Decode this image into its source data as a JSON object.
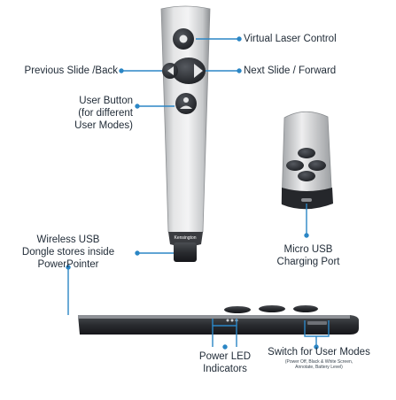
{
  "labels": {
    "virtual_laser": "Virtual Laser Control",
    "previous_slide": "Previous Slide /Back",
    "next_slide": "Next Slide / Forward",
    "user_button_l1": "User Button",
    "user_button_l2": "(for different",
    "user_button_l3": "User Modes)",
    "wireless_l1": "Wireless USB",
    "wireless_l2": "Dongle stores inside",
    "wireless_l3": "PowerPointer",
    "micro_usb_l1": "Micro USB",
    "micro_usb_l2": "Charging Port",
    "power_led_l1": "Power LED",
    "power_led_l2": "Indicators",
    "switch_title": "Switch for User Modes",
    "switch_sub_l1": "(Power Off, Black & White Screen,",
    "switch_sub_l2": "Annotate, Battery Level)"
  },
  "device": {
    "brand": "Kensington"
  },
  "colors": {
    "callout": "#2b86c5",
    "body_silver": "#d9dadb",
    "button_dark": "#2b2e33",
    "text": "#1f2a36"
  }
}
